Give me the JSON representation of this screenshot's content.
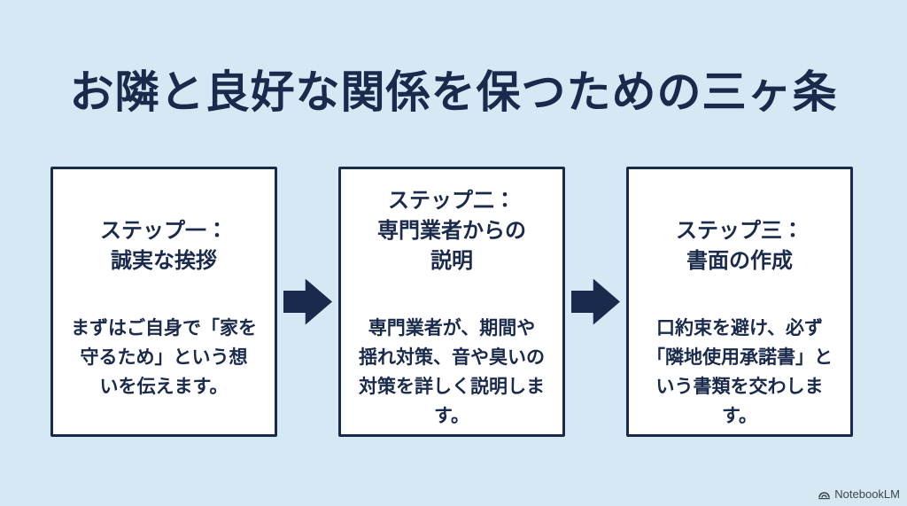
{
  "title": "お隣と良好な関係を保つための三ヶ条",
  "steps": [
    {
      "heading": "ステップ一：\n誠実な挨拶",
      "body": "まずはご自身で「家を\n守るため」という想\nいを伝えます。"
    },
    {
      "heading": "ステップ二：\n専門業者からの\n説明",
      "body": "専門業者が、期間や\n揺れ対策、音や臭いの\n対策を詳しく説明しま\nす。"
    },
    {
      "heading": "ステップ三：\n書面の作成",
      "body": "口約束を避け、必ず\n「隣地使用承諾書」と\nいう書類を交わしま\nす。"
    }
  ],
  "watermark": {
    "label": "NotebookLM"
  },
  "colors": {
    "background": "#d7e8f5",
    "navy": "#1a2a4c",
    "box_fill": "#ffffff",
    "watermark_text": "#3c4550"
  }
}
